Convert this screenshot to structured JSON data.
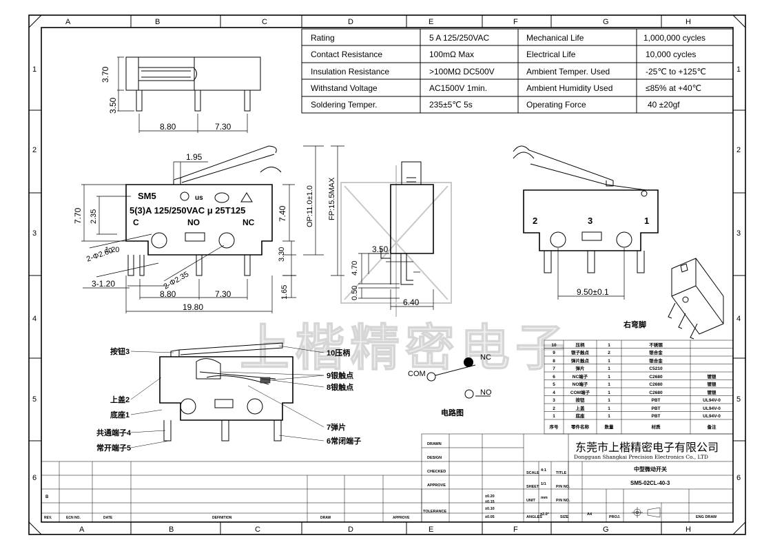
{
  "frame": {
    "columns": [
      "A",
      "B",
      "C",
      "D",
      "E",
      "F",
      "G",
      "H"
    ],
    "rows": [
      "1",
      "2",
      "3",
      "4",
      "5",
      "6"
    ]
  },
  "spec_table": [
    {
      "l1": "Rating",
      "v1": "5 A  125/250VAC",
      "l2": "Mechanical Life",
      "v2": "1,000,000 cycles"
    },
    {
      "l1": "Contact Resistance",
      "v1": "100mΩ Max",
      "l2": "Electrical Life",
      "v2": "10,000 cycles"
    },
    {
      "l1": "Insulation Resistance",
      "v1": ">100MΩ DC500V",
      "l2": "Ambient Temper. Used",
      "v2": "-25℃ to +125℃"
    },
    {
      "l1": "Withstand Voltage",
      "v1": "AC1500V  1min.",
      "l2": "Ambient Humidity Used",
      "v2": "≤85% at +40℃"
    },
    {
      "l1": "Soldering Temper.",
      "v1": "235±5℃ 5s",
      "l2": "Operating Force",
      "v2": "40 ±20gf"
    }
  ],
  "dims": {
    "top_h1": "3.70",
    "top_h2": "3.50",
    "top_w1": "8.80",
    "top_w2": "7.30",
    "f_195": "1.95",
    "f_770": "7.70",
    "f_235": "2.35",
    "f_740": "7.40",
    "f_op": "OP:11.0±1.0",
    "f_fp": "FP:15.5MAX",
    "f_120": "1.20",
    "f_r260": "2-Φ2.60",
    "f_r235": "2-Φ2.35",
    "f_330": "3.30",
    "f_3120": "3-1.20",
    "f_165": "1.65",
    "f_880": "8.80",
    "f_730": "7.30",
    "f_1980": "19.80",
    "s_350": "3.50",
    "s_470": "4.70",
    "s_050": "0.50",
    "s_640": "6.40",
    "r_950": "9.50±0.1"
  },
  "body_print": {
    "model": "SM5",
    "cert": "us",
    "line2": "5(3)A 125/250VAC μ 25T125",
    "c": "C",
    "no": "NO",
    "nc": "NC"
  },
  "rear_terminals": [
    "2",
    "3",
    "1"
  ],
  "right_bend_label": "右弯脚",
  "watermark": "上楷精密电子",
  "parts_callouts": {
    "left": [
      "按钮3",
      "上盖2",
      "底座1",
      "共通端子4",
      "常开端子5"
    ],
    "right": [
      "10压柄",
      "9银触点",
      "8银触点",
      "7弹片",
      "6常闭端子"
    ]
  },
  "circuit": {
    "nc": "NC",
    "com": "COM",
    "no": "NO",
    "title": "电路图"
  },
  "bom": {
    "rows": [
      {
        "no": "10",
        "name": "压柄",
        "qty": "1",
        "mat": "不锈钢",
        "note": ""
      },
      {
        "no": "9",
        "name": "银子触点",
        "qty": "2",
        "mat": "银合金",
        "note": ""
      },
      {
        "no": "8",
        "name": "弹片触点",
        "qty": "1",
        "mat": "银合金",
        "note": ""
      },
      {
        "no": "7",
        "name": "弹片",
        "qty": "1",
        "mat": "C5210",
        "note": ""
      },
      {
        "no": "6",
        "name": "NC端子",
        "qty": "1",
        "mat": "C2680",
        "note": "镀银"
      },
      {
        "no": "5",
        "name": "NO端子",
        "qty": "1",
        "mat": "C2680",
        "note": "镀银"
      },
      {
        "no": "4",
        "name": "COM端子",
        "qty": "1",
        "mat": "C2680",
        "note": "镀银"
      },
      {
        "no": "3",
        "name": "按钮",
        "qty": "1",
        "mat": "PBT",
        "note": "UL94V-0"
      },
      {
        "no": "2",
        "name": "上盖",
        "qty": "1",
        "mat": "PBT",
        "note": "UL94V-0"
      },
      {
        "no": "1",
        "name": "底座",
        "qty": "1",
        "mat": "PBT",
        "note": "UL94V-0"
      }
    ],
    "header": {
      "no": "序号",
      "name": "零件名称",
      "qty": "数量",
      "mat": "材质",
      "note": "备注"
    }
  },
  "title_block": {
    "company_cn": "东莞市上楷精密电子有限公司",
    "company_en": "Dongguan Shangkai Precision Electronics Co., LTD",
    "drawn": "DRAWN",
    "design": "DESIGN",
    "checked": "CHECKED",
    "approve": "APPROVE",
    "tolerance": "TOLERANCE",
    "scale_label": "SCALE",
    "scale_val": "4:1",
    "title_label": "TITLE",
    "title_val": "中型微动开关",
    "sheet_label": "SHEET",
    "sheet_val": "1/1",
    "pn_label": "P/N NO.",
    "pn_val": "SM5-02CL-40-3",
    "unit_label": "UNIT",
    "unit_val": "mm",
    "pn2_label": "P/N NO.",
    "angles_label": "ANGLES",
    "angles_val": "±2.0°",
    "size_label": "SIZE",
    "size_val": "A4",
    "proj_label": "PROJ.",
    "eng_label": "ENG DRAW",
    "tol1": "±0.20",
    "tol2": "±0.15",
    "tol3": "±0.10",
    "tol4": "±0.05",
    "rev_row": "B",
    "rev_head": [
      "REV.",
      "ECN NO.",
      "DATE",
      "DEFINITION",
      "DRAW",
      "APPROVE"
    ]
  }
}
